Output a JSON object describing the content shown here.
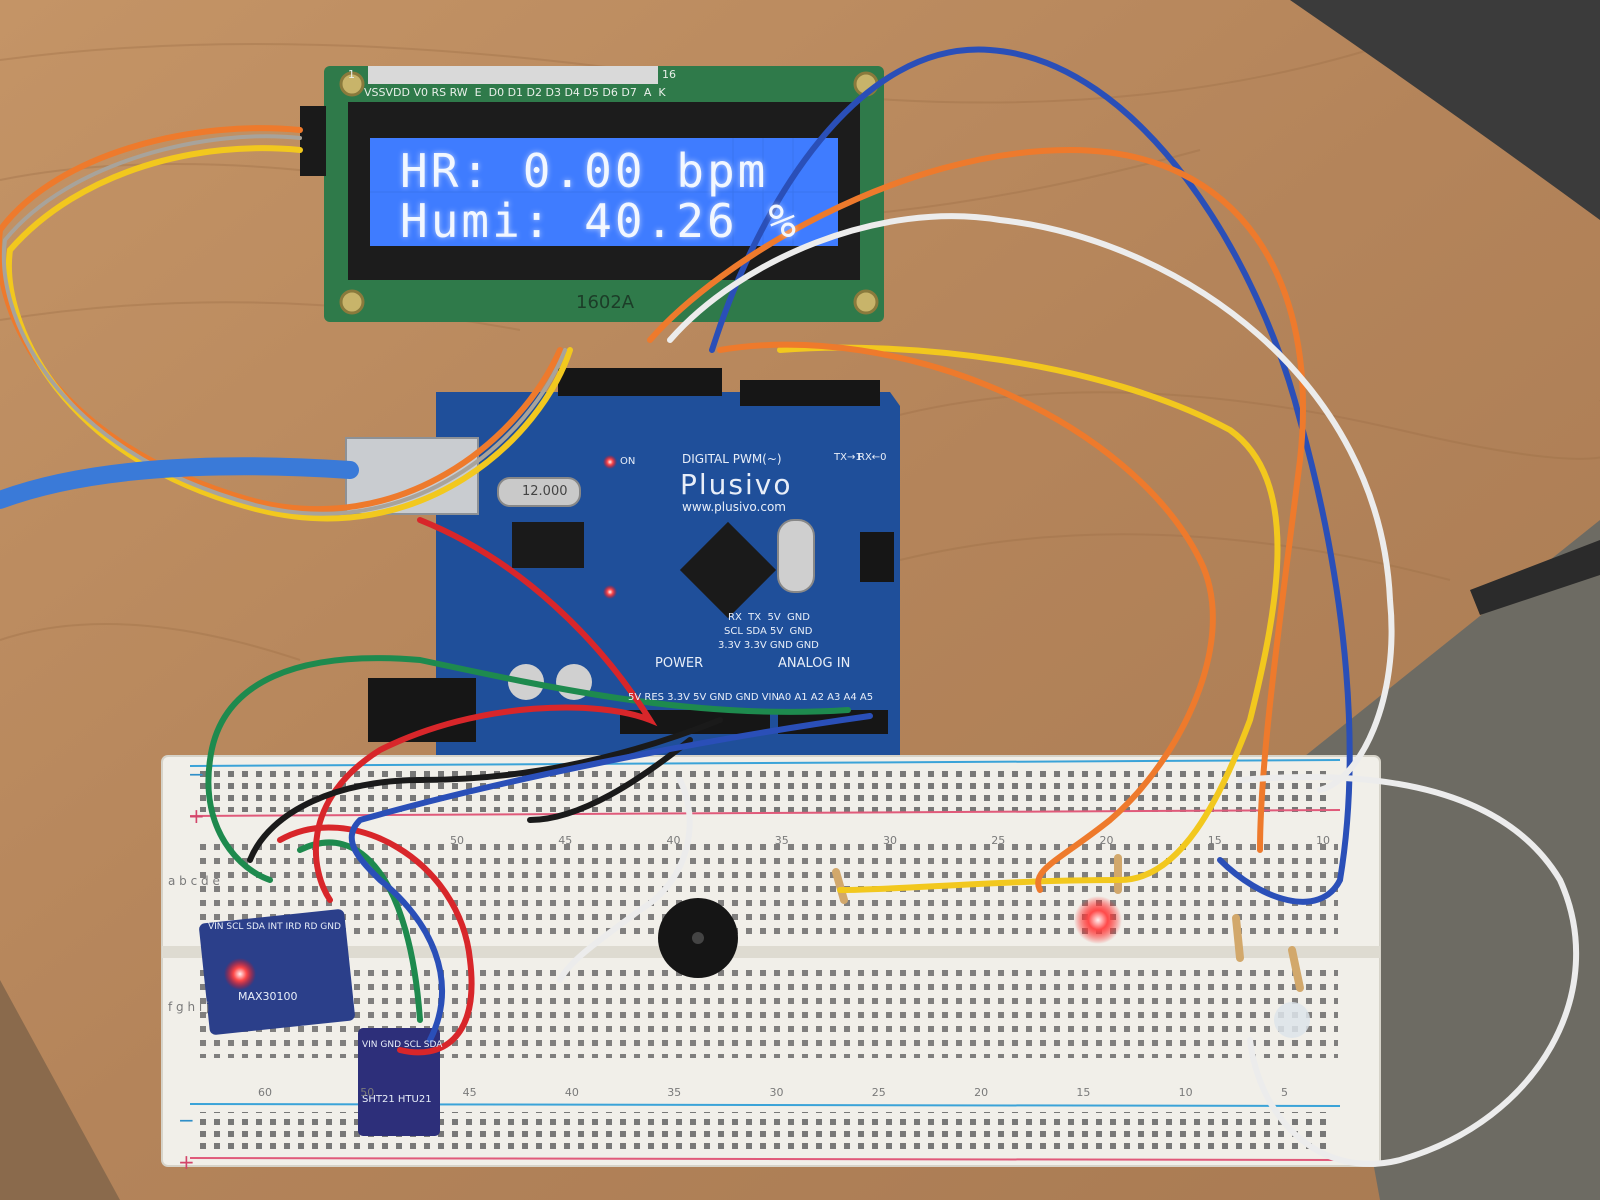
{
  "lcd": {
    "line1": "HR: 0.00 bpm",
    "line2": "Humi: 40.26 %",
    "model": "1602A",
    "pin_labels": "VSSVDD V0 RS RW  E  D0 D1 D2 D3 D4 D5 D6 D7  A  K",
    "pin_first": "1",
    "pin_last": "16"
  },
  "arduino": {
    "brand": "Plusivo",
    "website": "www.plusivo.com",
    "digital_label": "DIGITAL PWM(~)",
    "power_label": "POWER",
    "analog_label": "ANALOG IN",
    "crystal": "12.000",
    "power_pins": "5V RES 3.3V 5V GND GND VIN",
    "analog_pins": "A0 A1 A2 A3 A4 A5",
    "header_row1": "RX  TX  5V  GND",
    "header_row2": "SCL SDA 5V  GND",
    "header_row3": "3.3V 3.3V GND GND",
    "on_label": "ON",
    "tx_label": "TX→1",
    "rx_label": "RX←0"
  },
  "sensors": {
    "pulse": "MAX30100",
    "pulse_pins": "VIN SCL SDA INT IRD RD GND",
    "humidity": "SHT21 HTU21",
    "humidity_pins": "VIN GND SCL SDA"
  },
  "breadboard": {
    "col_numbers_top": [
      "50",
      "45",
      "40",
      "35",
      "30",
      "25",
      "20",
      "15",
      "10"
    ],
    "col_numbers_bottom": [
      "60",
      "50",
      "45",
      "40",
      "35",
      "30",
      "25",
      "20",
      "15",
      "10",
      "5"
    ],
    "rows_top": "a b c d e",
    "rows_bottom": "f g h i j",
    "plus": "+",
    "minus": "−"
  },
  "colors": {
    "table": "#b98a5c",
    "lcd_backlight": "#3f7cff",
    "arduino_blue": "#1f4f9a",
    "breadboard": "#f1efe9"
  }
}
